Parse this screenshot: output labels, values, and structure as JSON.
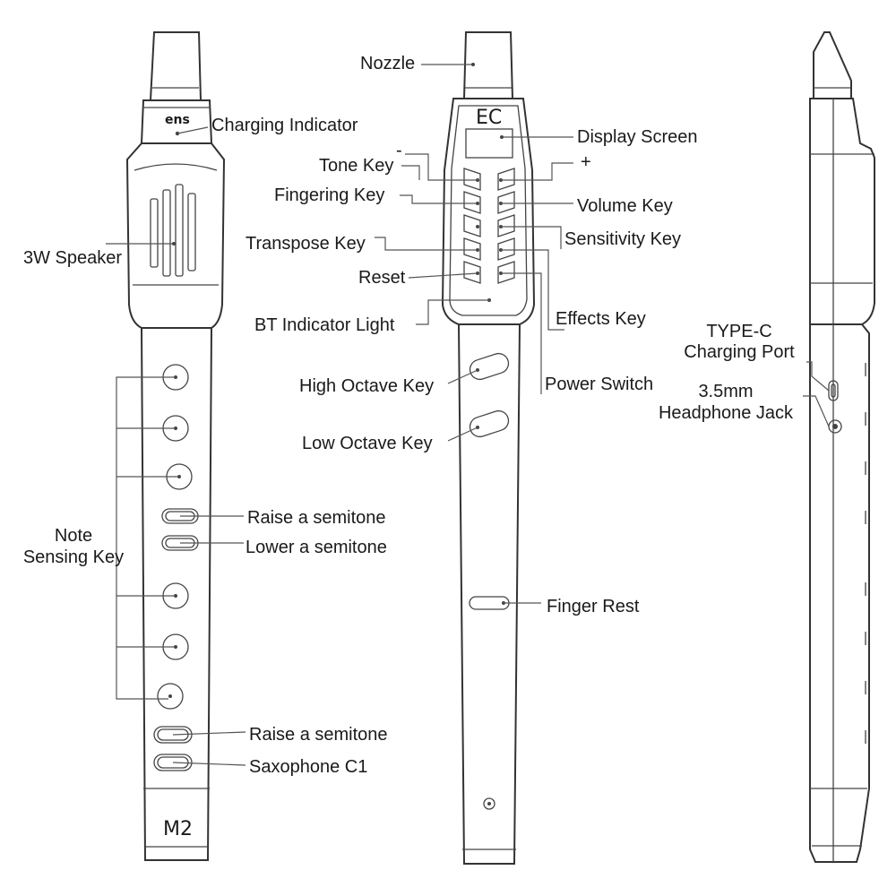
{
  "labels": {
    "nozzle": "Nozzle",
    "charging_indicator": "Charging Indicator",
    "speaker": "3W Speaker",
    "display_screen": "Display Screen",
    "minus_sign": "-",
    "plus_sign": "+",
    "tone_key": "Tone Key",
    "fingering_key": "Fingering Key",
    "volume_key": "Volume Key",
    "transpose_key": "Transpose Key",
    "sensitivity_key": "Sensitivity Key",
    "reset": "Reset",
    "bt_indicator": "BT Indicator Light",
    "effects_key": "Effects Key",
    "high_octave_key": "High Octave Key",
    "power_switch": "Power Switch",
    "low_octave_key": "Low Octave Key",
    "note_sensing_key_line1": "Note",
    "note_sensing_key_line2": "Sensing Key",
    "raise_semitone_1": "Raise a semitone",
    "lower_semitone": "Lower a semitone",
    "raise_semitone_2": "Raise a semitone",
    "saxophone_c1": "Saxophone C1",
    "finger_rest": "Finger Rest",
    "typec_line1": "TYPE-C",
    "typec_line2": "Charging Port",
    "headphone_line1": "3.5mm",
    "headphone_line2": "Headphone Jack"
  },
  "device": {
    "model_mark": "M2",
    "logo_mark": "ens",
    "brand_mark": "EC"
  },
  "colors": {
    "outline": "#333333",
    "text": "#1a1a1a",
    "background": "#ffffff"
  }
}
